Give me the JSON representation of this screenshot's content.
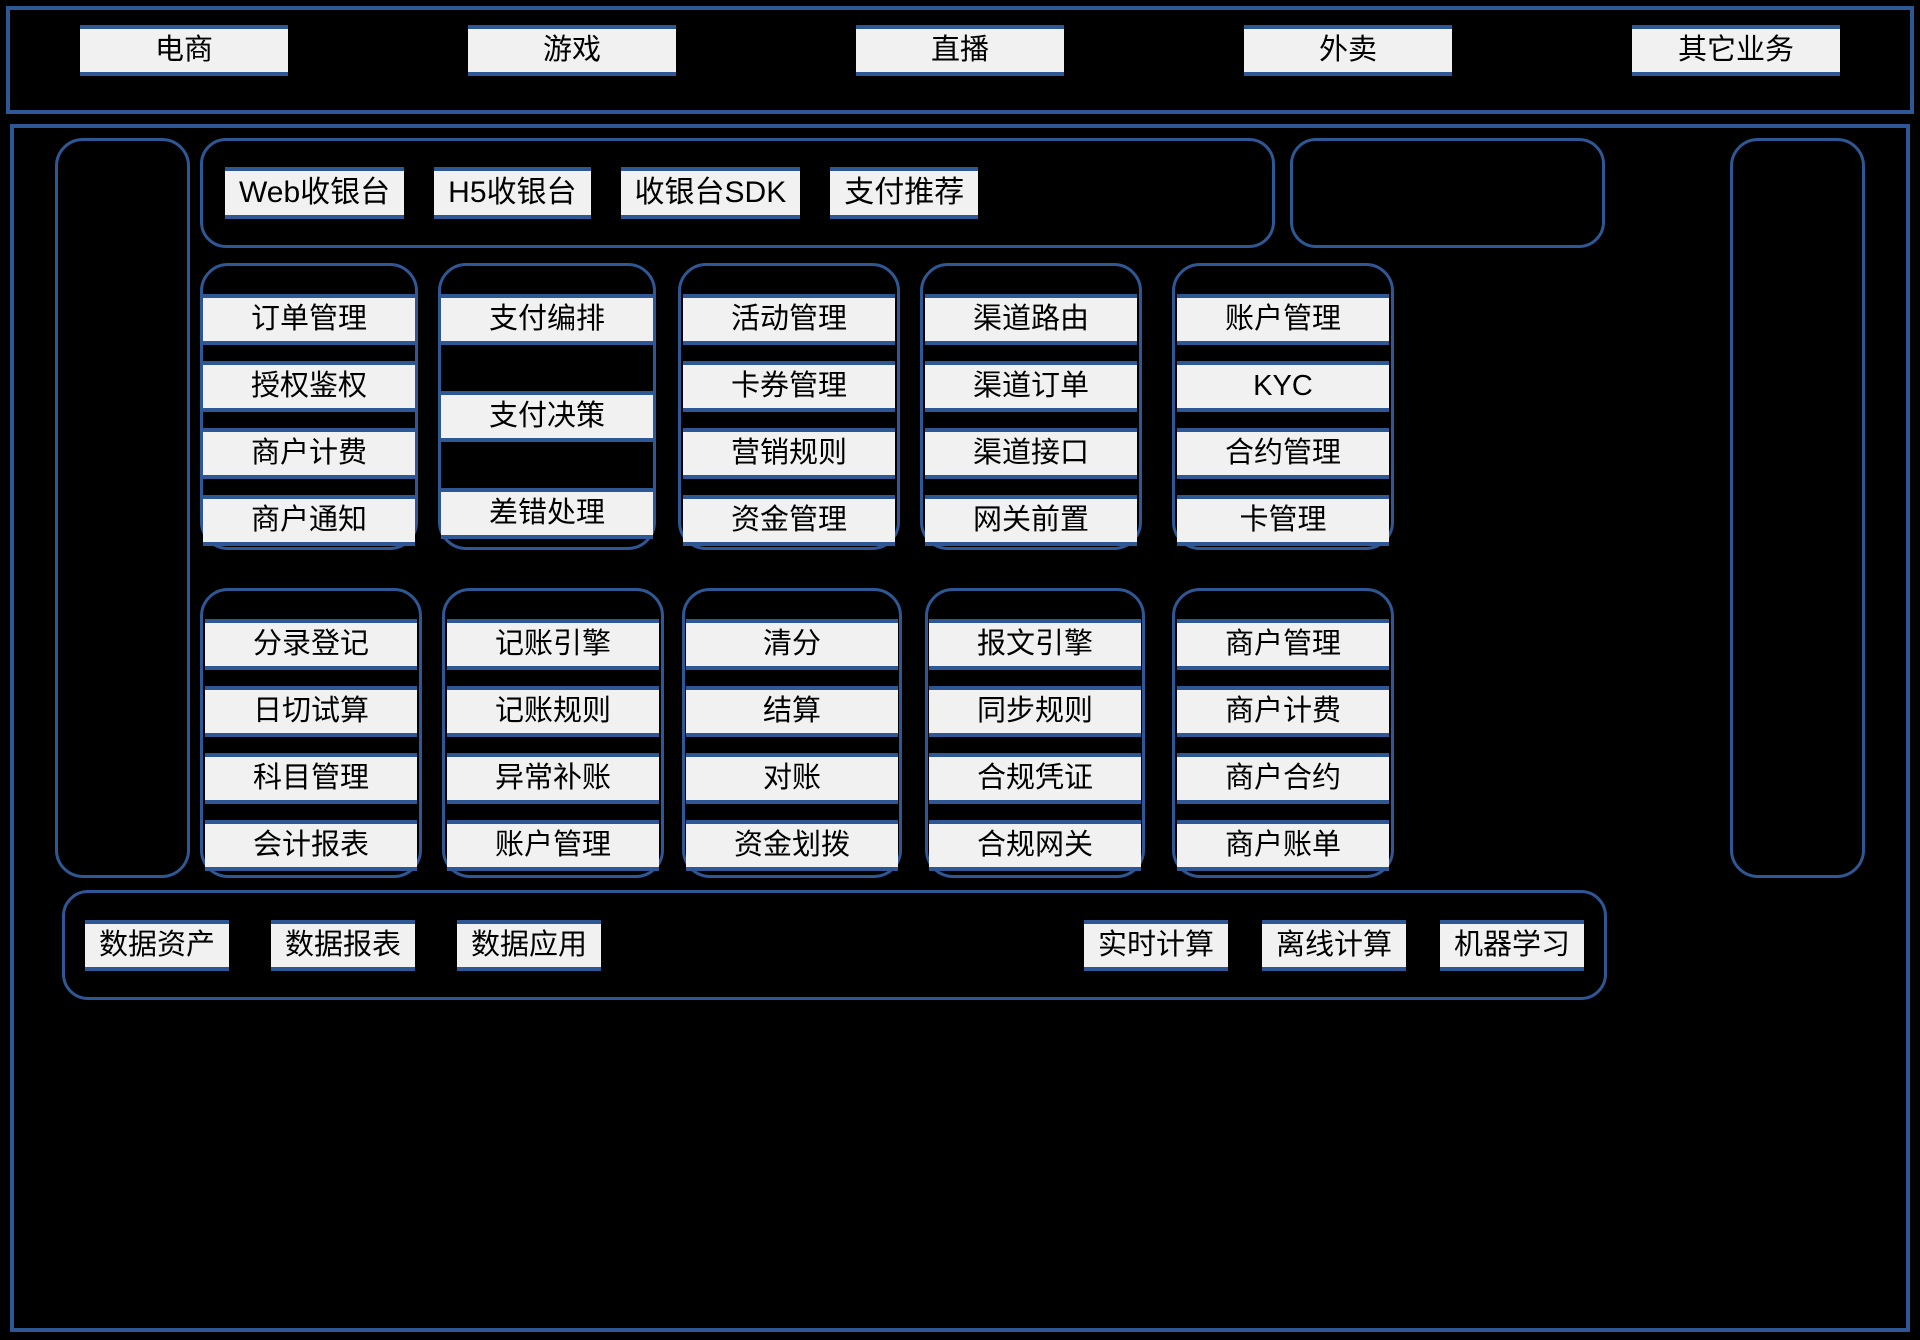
{
  "business_band": {
    "items": [
      {
        "label": "电商"
      },
      {
        "label": "游戏"
      },
      {
        "label": "直播"
      },
      {
        "label": "外卖"
      },
      {
        "label": "其它业务"
      }
    ]
  },
  "access_strip": {
    "items": [
      {
        "label": "Web收银台"
      },
      {
        "label": "H5收银台"
      },
      {
        "label": "收银台SDK"
      },
      {
        "label": "支付推荐"
      }
    ]
  },
  "groups_row_a": [
    {
      "name": "trade-center",
      "sparse": false,
      "items": [
        {
          "label": "订单管理"
        },
        {
          "label": "授权鉴权"
        },
        {
          "label": "商户计费"
        },
        {
          "label": "商户通知"
        }
      ]
    },
    {
      "name": "payment-center",
      "sparse": true,
      "items": [
        {
          "label": "支付编排"
        },
        {
          "label": "支付决策"
        },
        {
          "label": "差错处理"
        }
      ]
    },
    {
      "name": "marketing-center",
      "sparse": false,
      "items": [
        {
          "label": "活动管理"
        },
        {
          "label": "卡券管理"
        },
        {
          "label": "营销规则"
        },
        {
          "label": "资金管理"
        }
      ]
    },
    {
      "name": "channel-center",
      "sparse": false,
      "items": [
        {
          "label": "渠道路由"
        },
        {
          "label": "渠道订单"
        },
        {
          "label": "渠道接口"
        },
        {
          "label": "网关前置"
        }
      ]
    },
    {
      "name": "account-center",
      "sparse": false,
      "items": [
        {
          "label": "账户管理"
        },
        {
          "label": "KYC"
        },
        {
          "label": "合约管理"
        },
        {
          "label": "卡管理"
        }
      ]
    }
  ],
  "groups_row_b": [
    {
      "name": "accounting-center",
      "sparse": false,
      "items": [
        {
          "label": "分录登记"
        },
        {
          "label": "日切试算"
        },
        {
          "label": "科目管理"
        },
        {
          "label": "会计报表"
        }
      ]
    },
    {
      "name": "bookkeeping-center",
      "sparse": false,
      "items": [
        {
          "label": "记账引擎"
        },
        {
          "label": "记账规则"
        },
        {
          "label": "异常补账"
        },
        {
          "label": "账户管理"
        }
      ]
    },
    {
      "name": "settlement-center",
      "sparse": false,
      "items": [
        {
          "label": "清分"
        },
        {
          "label": "结算"
        },
        {
          "label": "对账"
        },
        {
          "label": "资金划拨"
        }
      ]
    },
    {
      "name": "compliance-center",
      "sparse": false,
      "items": [
        {
          "label": "报文引擎"
        },
        {
          "label": "同步规则"
        },
        {
          "label": "合规凭证"
        },
        {
          "label": "合规网关"
        }
      ]
    },
    {
      "name": "merchant-center",
      "sparse": false,
      "items": [
        {
          "label": "商户管理"
        },
        {
          "label": "商户计费"
        },
        {
          "label": "商户合约"
        },
        {
          "label": "商户账单"
        }
      ]
    }
  ],
  "data_band": {
    "left_items": [
      {
        "label": "数据资产"
      },
      {
        "label": "数据报表"
      },
      {
        "label": "数据应用"
      }
    ],
    "right_items": [
      {
        "label": "实时计算"
      },
      {
        "label": "离线计算"
      },
      {
        "label": "机器学习"
      }
    ]
  },
  "colors": {
    "border": "#2e5795",
    "chip_bg": "#f1f1f1",
    "canvas": "#000000"
  }
}
